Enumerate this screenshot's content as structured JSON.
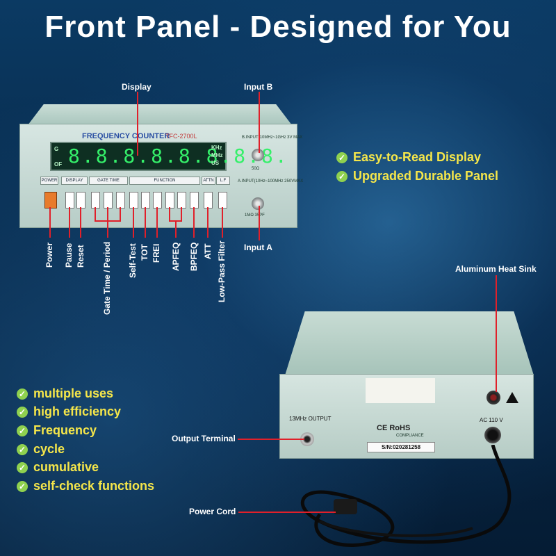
{
  "title": "Front Panel - Designed for You",
  "callouts": {
    "display": "Display",
    "input_b": "Input B",
    "input_a": "Input A",
    "heat_sink": "Aluminum Heat Sink",
    "output_terminal": "Output Terminal",
    "power_cord": "Power Cord"
  },
  "controls": [
    "Power",
    "Pause",
    "Reset",
    "Gate Time / Period",
    "Self-Test",
    "TOT",
    "FREI",
    "APFEQ",
    "BPFEQ",
    "ATT",
    "Low-Pass Filter"
  ],
  "highlights": [
    "Easy-to-Read Display",
    "Upgraded Durable Panel"
  ],
  "features": [
    "multiple uses",
    "high efficiency",
    "Frequency",
    "cycle",
    "cumulative",
    "self-check functions"
  ],
  "device": {
    "brand": "FREQUENCY COUNTER",
    "model": "TFC-2700L",
    "digits": "8.8.8.8.8.8.8.8.",
    "left_top": "G",
    "left_bottom": "OF",
    "units": [
      "KHz",
      "MHz",
      "US"
    ],
    "groups": [
      "POWER",
      "DISPLAY",
      "GATE TIME",
      "FUNCTION",
      "ATTN",
      "L.F"
    ],
    "input_b_text": "B.INPUT(10MHz~1GHz\n3V MAX",
    "input_b_imp": "50Ω",
    "input_a_text": "A.INPUT(10Hz~100MHz\n250VMAX",
    "input_a_imp": "1MΩ 35PF"
  },
  "back": {
    "output_label": "13MHz OUTPUT",
    "ce_text": "CE RoHS",
    "compliance": "COMPLIANCE",
    "serial": "S/N:020281258",
    "voltage": "AC 110 V"
  },
  "colors": {
    "accent": "#f5e64a",
    "check": "#8fd14f",
    "pointer": "#e0202a"
  }
}
